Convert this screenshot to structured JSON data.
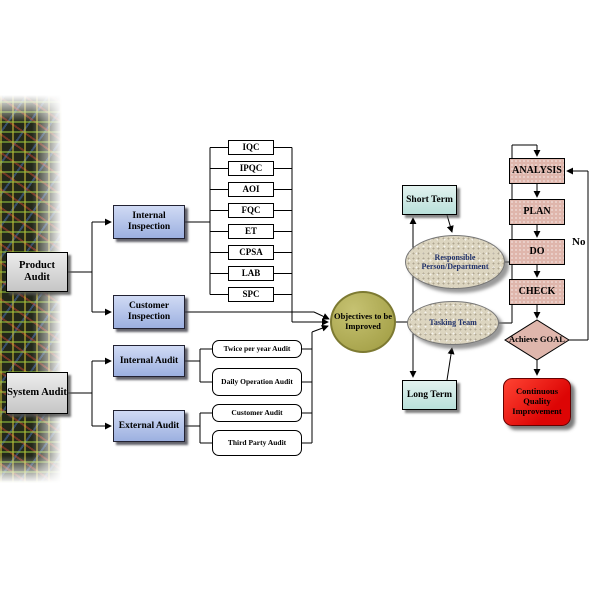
{
  "nodes": {
    "product_audit": "Product Audit",
    "system_audit": "System Audit",
    "internal_inspection": "Internal Inspection",
    "customer_inspection": "Customer Inspection",
    "internal_audit": "Internal Audit",
    "external_audit": "External Audit",
    "objectives": "Objectives to be Improved",
    "short_term": "Short Term",
    "long_term": "Long Term",
    "responsible": "Responsible Person/Department",
    "tasking_team": "Tasking Team",
    "achieve_goal": "Achieve GOAL",
    "continuous_improvement": "Continuous Quality Improvement",
    "no_label": "No"
  },
  "inspection_items": [
    "IQC",
    "IPQC",
    "AOI",
    "FQC",
    "ET",
    "CPSA",
    "LAB",
    "SPC"
  ],
  "audit_items": [
    "Twice per year Audit",
    "Daily Operation Audit",
    "Customer Audit",
    "Third Party Audit"
  ],
  "pdca_steps": [
    "ANALYSIS",
    "PLAN",
    "DO",
    "CHECK"
  ],
  "colors": {
    "gray_node": "#d6d6d6",
    "blue_node": "#b9c6ea",
    "teal_node": "#cfe9e5",
    "olive_node": "#aca84f",
    "beige_ellipse": "#dcd5c0",
    "pink_node": "#dfb6ac",
    "result_red": "#ee1111",
    "connector": "#000000"
  }
}
